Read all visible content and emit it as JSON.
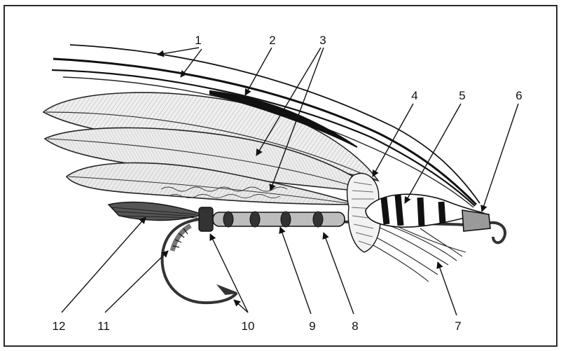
{
  "colors": {
    "ink": "#111111",
    "feather_fill": "#e6e6e6",
    "background": "#ffffff",
    "frame": "#2a2a2a",
    "hook_metal": "#8a8a8a"
  },
  "labels": [
    "1",
    "2",
    "3",
    "4",
    "5",
    "6",
    "7",
    "8",
    "9",
    "10",
    "11",
    "12"
  ],
  "parts": [
    {
      "label": "1",
      "icon": "topping-strands-icon"
    },
    {
      "label": "2",
      "icon": "feather-strip-icon"
    },
    {
      "label": "3",
      "icon": "wing-feather-icon"
    },
    {
      "label": "4",
      "icon": "hackle-collar-icon"
    },
    {
      "label": "5",
      "icon": "cheek-feather-icon"
    },
    {
      "label": "6",
      "icon": "head-icon"
    },
    {
      "label": "7",
      "icon": "throat-hackle-icon"
    },
    {
      "label": "8",
      "icon": "ribbing-icon"
    },
    {
      "label": "9",
      "icon": "body-icon"
    },
    {
      "label": "10",
      "icon": "butt-icon"
    },
    {
      "label": "11",
      "icon": "tag-icon"
    },
    {
      "label": "12",
      "icon": "tail-icon"
    }
  ]
}
